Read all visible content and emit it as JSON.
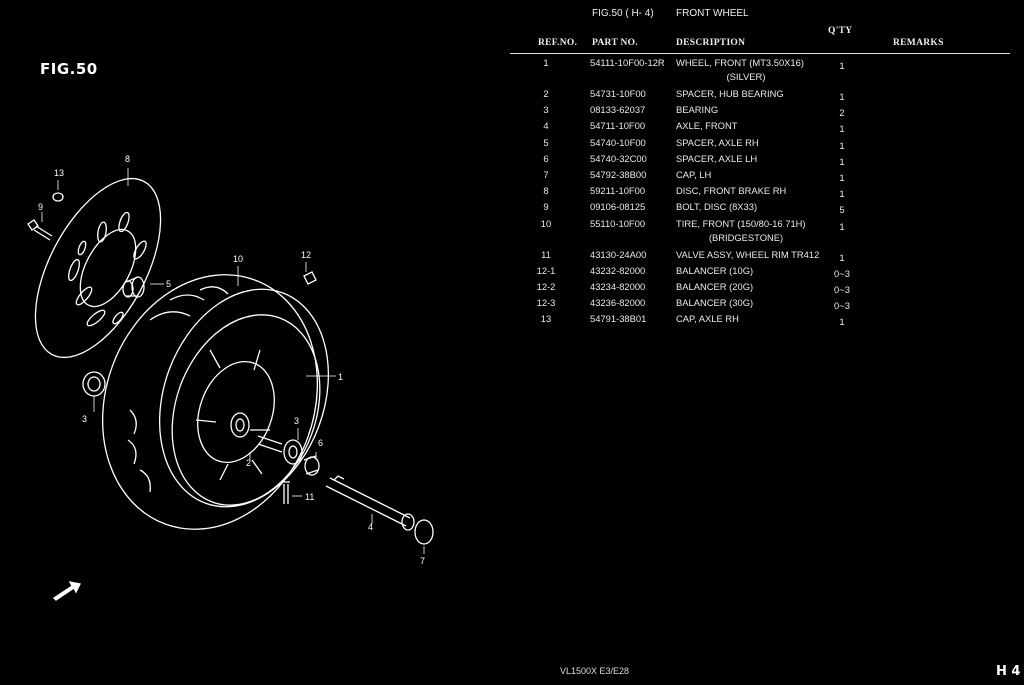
{
  "fig_label": "FIG.50",
  "header": {
    "fig_ref": "FIG.50 ( H- 4)",
    "title": "FRONT WHEEL"
  },
  "columns": {
    "ref": "REF.NO.",
    "part": "PART NO.",
    "desc": "DESCRIPTION",
    "qty": "Q'TY",
    "remarks": "REMARKS"
  },
  "parts": [
    {
      "ref": "1",
      "part": "54111-10F00-12R",
      "desc": "WHEEL, FRONT (MT3.50X16)",
      "desc2": "(SILVER)",
      "qty": "1"
    },
    {
      "ref": "2",
      "part": "54731-10F00",
      "desc": "SPACER, HUB BEARING",
      "desc2": "",
      "qty": "1"
    },
    {
      "ref": "3",
      "part": "08133-62037",
      "desc": "BEARING",
      "desc2": "",
      "qty": "2"
    },
    {
      "ref": "4",
      "part": "54711-10F00",
      "desc": "AXLE, FRONT",
      "desc2": "",
      "qty": "1"
    },
    {
      "ref": "5",
      "part": "54740-10F00",
      "desc": "SPACER, AXLE RH",
      "desc2": "",
      "qty": "1"
    },
    {
      "ref": "6",
      "part": "54740-32C00",
      "desc": "SPACER, AXLE LH",
      "desc2": "",
      "qty": "1"
    },
    {
      "ref": "7",
      "part": "54792-38B00",
      "desc": "CAP, LH",
      "desc2": "",
      "qty": "1"
    },
    {
      "ref": "8",
      "part": "59211-10F00",
      "desc": "DISC, FRONT BRAKE RH",
      "desc2": "",
      "qty": "1"
    },
    {
      "ref": "9",
      "part": "09106-08125",
      "desc": "BOLT, DISC (8X33)",
      "desc2": "",
      "qty": "5"
    },
    {
      "ref": "10",
      "part": "55110-10F00",
      "desc": "TIRE, FRONT (150/80-16 71H)",
      "desc2": "(BRIDGESTONE)",
      "qty": "1"
    },
    {
      "ref": "11",
      "part": "43130-24A00",
      "desc": "VALVE ASSY, WHEEL RIM TR412",
      "desc2": "",
      "qty": "1"
    },
    {
      "ref": "12-1",
      "part": "43232-82000",
      "desc": "BALANCER (10G)",
      "desc2": "",
      "qty": "0~3"
    },
    {
      "ref": "12-2",
      "part": "43234-82000",
      "desc": "BALANCER (20G)",
      "desc2": "",
      "qty": "0~3"
    },
    {
      "ref": "12-3",
      "part": "43236-82000",
      "desc": "BALANCER (30G)",
      "desc2": "",
      "qty": "0~3"
    },
    {
      "ref": "13",
      "part": "54791-38B01",
      "desc": "CAP, AXLE RH",
      "desc2": "",
      "qty": "1"
    }
  ],
  "callouts": [
    "1",
    "2",
    "3",
    "3",
    "4",
    "5",
    "6",
    "7",
    "8",
    "9",
    "10",
    "11",
    "12",
    "13"
  ],
  "footer": {
    "model": "VL1500X  E3/E28",
    "page": "H 4"
  }
}
